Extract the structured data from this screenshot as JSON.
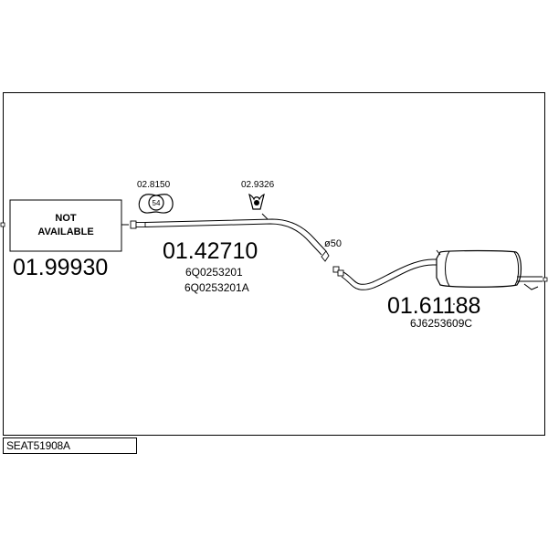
{
  "model_code": "SEAT51908A",
  "not_available": {
    "line1": "NOT",
    "line2": "AVAILABLE",
    "part_number": "01.99930"
  },
  "front_pipe": {
    "part_number": "01.42710",
    "oem_1": "6Q0253201",
    "oem_2": "6Q0253201A"
  },
  "clamp": {
    "part_number": "02.8150",
    "size_label": "54"
  },
  "hanger": {
    "part_number": "02.9326"
  },
  "diameter_label": "ø50",
  "rear_silencer": {
    "part_number": "01.61188",
    "oem_1": "6J6253609C"
  }
}
